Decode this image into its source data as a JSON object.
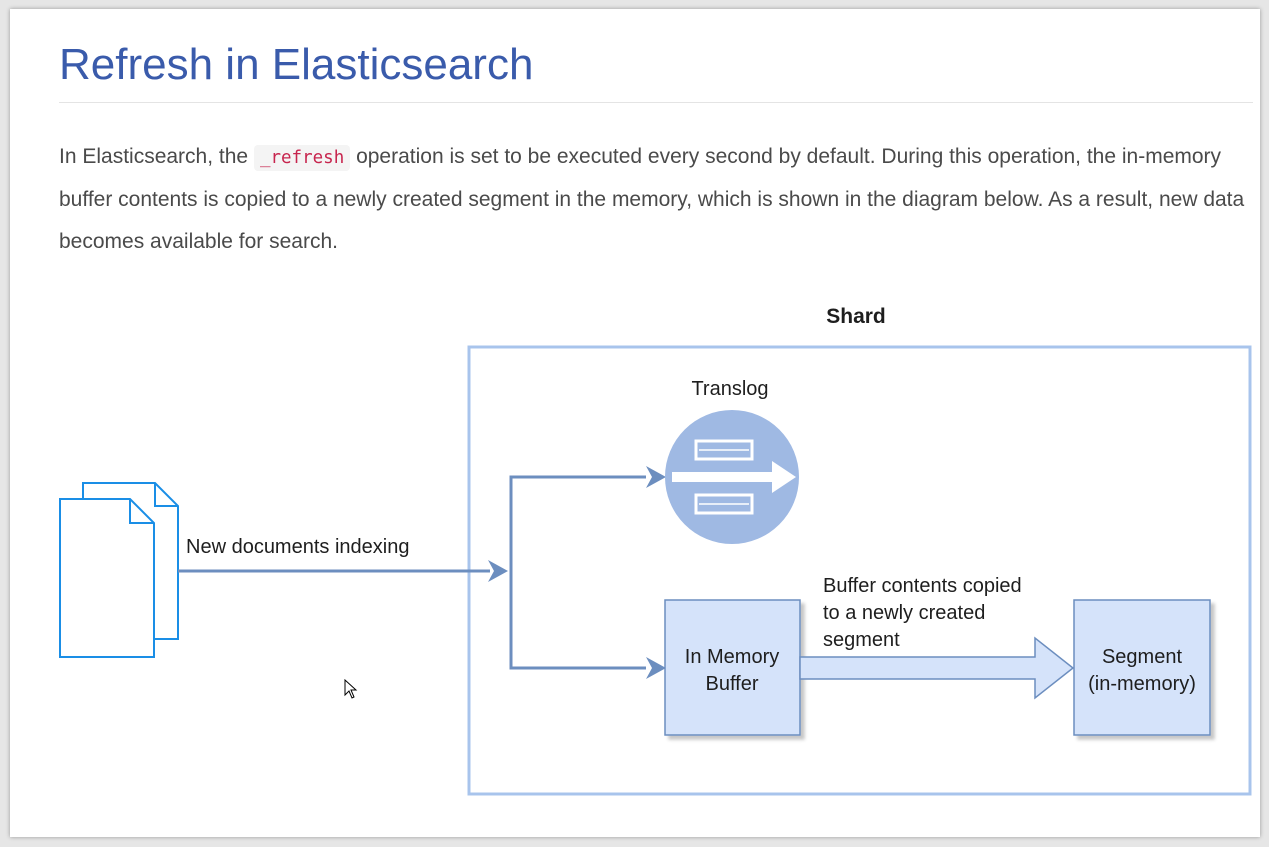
{
  "article": {
    "title": "Refresh in Elasticsearch",
    "para_before": "In Elasticsearch, the ",
    "code": "_refresh",
    "para_after": " operation is set to be executed every second by default. During this operation, the in-memory buffer contents is copied to a newly created segment in the memory, which is shown in the diagram below. As a result, new data becomes available for search."
  },
  "diagram": {
    "shard_label": "Shard",
    "translog_label": "Translog",
    "indexing_label": "New documents indexing",
    "buffer_label_line1": "In Memory",
    "buffer_label_line2": "Buffer",
    "copied_line1": "Buffer contents copied",
    "copied_line2": "to a newly created",
    "copied_line3": "segment",
    "segment_label_line1": "Segment",
    "segment_label_line2": "(in-memory)",
    "icons": [
      "documents-icon",
      "translog-icon"
    ],
    "colors": {
      "box_fill": "#d5e3fa",
      "box_border": "#6c8ebf",
      "shard_border": "#a8c4ec",
      "arrow": "#6c8ebf",
      "docs_stroke": "#1a8ee6",
      "translog_circle": "#9fb9e3"
    }
  }
}
